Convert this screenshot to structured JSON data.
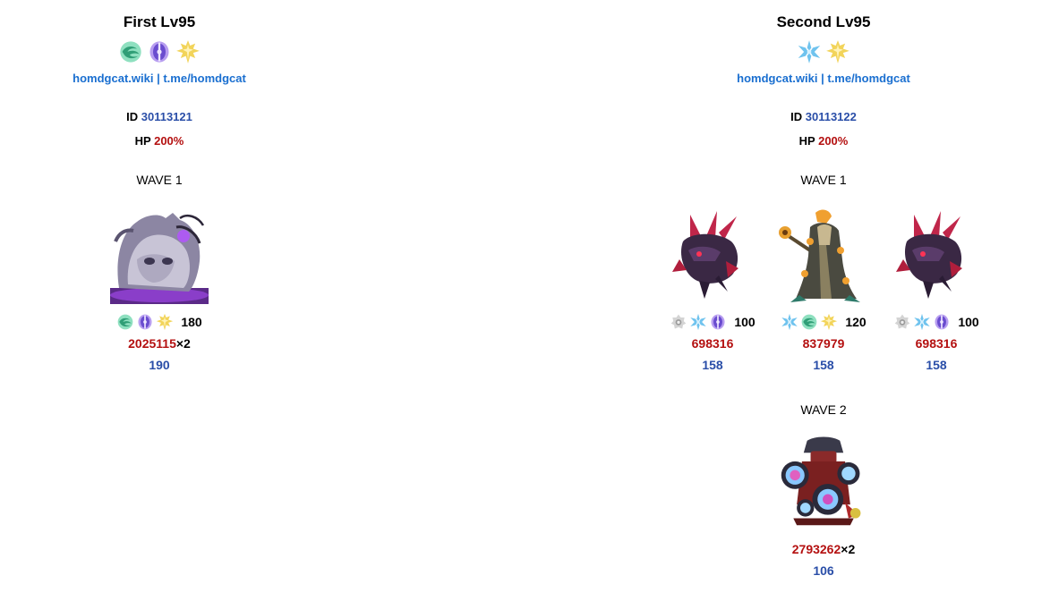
{
  "first": {
    "title": "First Lv95",
    "elements": [
      "anemo-icon",
      "electro-icon",
      "dendro-icon"
    ],
    "links": {
      "wiki": "homdgcat.wiki",
      "sep": " | ",
      "telegram": "t.me/homdgcat"
    },
    "id_label": "ID",
    "id_value": "30113121",
    "hp_label": "HP",
    "hp_value": "200%",
    "waves": [
      {
        "label": "WAVE 1",
        "enemies": [
          {
            "portrait": "gargoyle-shadow-beast-portrait",
            "weaknesses": [
              "anemo-icon",
              "electro-icon",
              "dendro-icon"
            ],
            "toughness": "180",
            "hp": "2025115",
            "multiplier": "×2",
            "level": "190"
          }
        ]
      }
    ]
  },
  "second": {
    "title": "Second Lv95",
    "elements": [
      "cryo-icon",
      "dendro-icon"
    ],
    "links": {
      "wiki": "homdgcat.wiki",
      "sep": " | ",
      "telegram": "t.me/homdgcat"
    },
    "id_label": "ID",
    "id_value": "30113122",
    "hp_label": "HP",
    "hp_value": "200%",
    "waves": [
      {
        "label": "WAVE 1",
        "enemies": [
          {
            "portrait": "red-mech-hound-portrait",
            "weaknesses": [
              "physical-icon",
              "cryo-icon",
              "electro-icon"
            ],
            "toughness": "100",
            "hp": "698316",
            "multiplier": "",
            "level": "158"
          },
          {
            "portrait": "golden-staff-knight-portrait",
            "weaknesses": [
              "cryo-icon",
              "anemo-icon",
              "dendro-icon"
            ],
            "toughness": "120",
            "hp": "837979",
            "multiplier": "",
            "level": "158"
          },
          {
            "portrait": "red-mech-hound-portrait",
            "weaknesses": [
              "physical-icon",
              "cryo-icon",
              "electro-icon"
            ],
            "toughness": "100",
            "hp": "698316",
            "multiplier": "",
            "level": "158"
          }
        ]
      },
      {
        "label": "WAVE 2",
        "enemies": [
          {
            "portrait": "goggled-automaton-boss-portrait",
            "weaknesses": [],
            "toughness": "",
            "hp": "2793262",
            "multiplier": "×2",
            "level": "106"
          }
        ]
      }
    ]
  },
  "colors": {
    "link": "#1a6fd0",
    "id_value": "#2a4ea8",
    "hp_value": "#b41010",
    "level": "#2a4ea8"
  }
}
